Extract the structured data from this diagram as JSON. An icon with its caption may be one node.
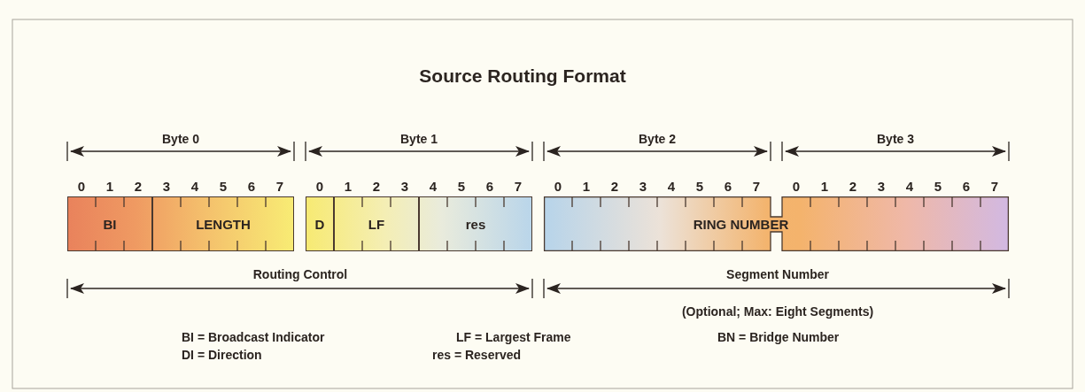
{
  "diagram": {
    "title": "Source Routing Format",
    "nodes": [
      {
        "text": [
          "BI"
        ]
      },
      {
        "text": [
          "LENGTH"
        ]
      },
      {
        "text": [
          "D"
        ]
      },
      {
        "text": [
          "LF"
        ]
      },
      {
        "text": [
          "res"
        ]
      },
      {
        "text": [
          "RING NUMBER"
        ]
      }
    ],
    "labels": [
      "Byte 0",
      "Byte 1",
      "Byte 2",
      "Byte 3",
      "0",
      "1",
      "2",
      "3",
      "4",
      "5",
      "6",
      "7",
      "0",
      "1",
      "2",
      "3",
      "4",
      "5",
      "6",
      "7",
      "0",
      "1",
      "2",
      "3",
      "4",
      "5",
      "6",
      "7",
      "0",
      "1",
      "2",
      "3",
      "4",
      "5",
      "6",
      "7",
      "Routing Control",
      "Segment Number",
      "(Optional; Max: Eight Segments)",
      "BI = Broadcast Indicator",
      "LF = Largest Frame",
      "BN = Bridge Number",
      "DI = Direction",
      "res = Reserved"
    ]
  }
}
